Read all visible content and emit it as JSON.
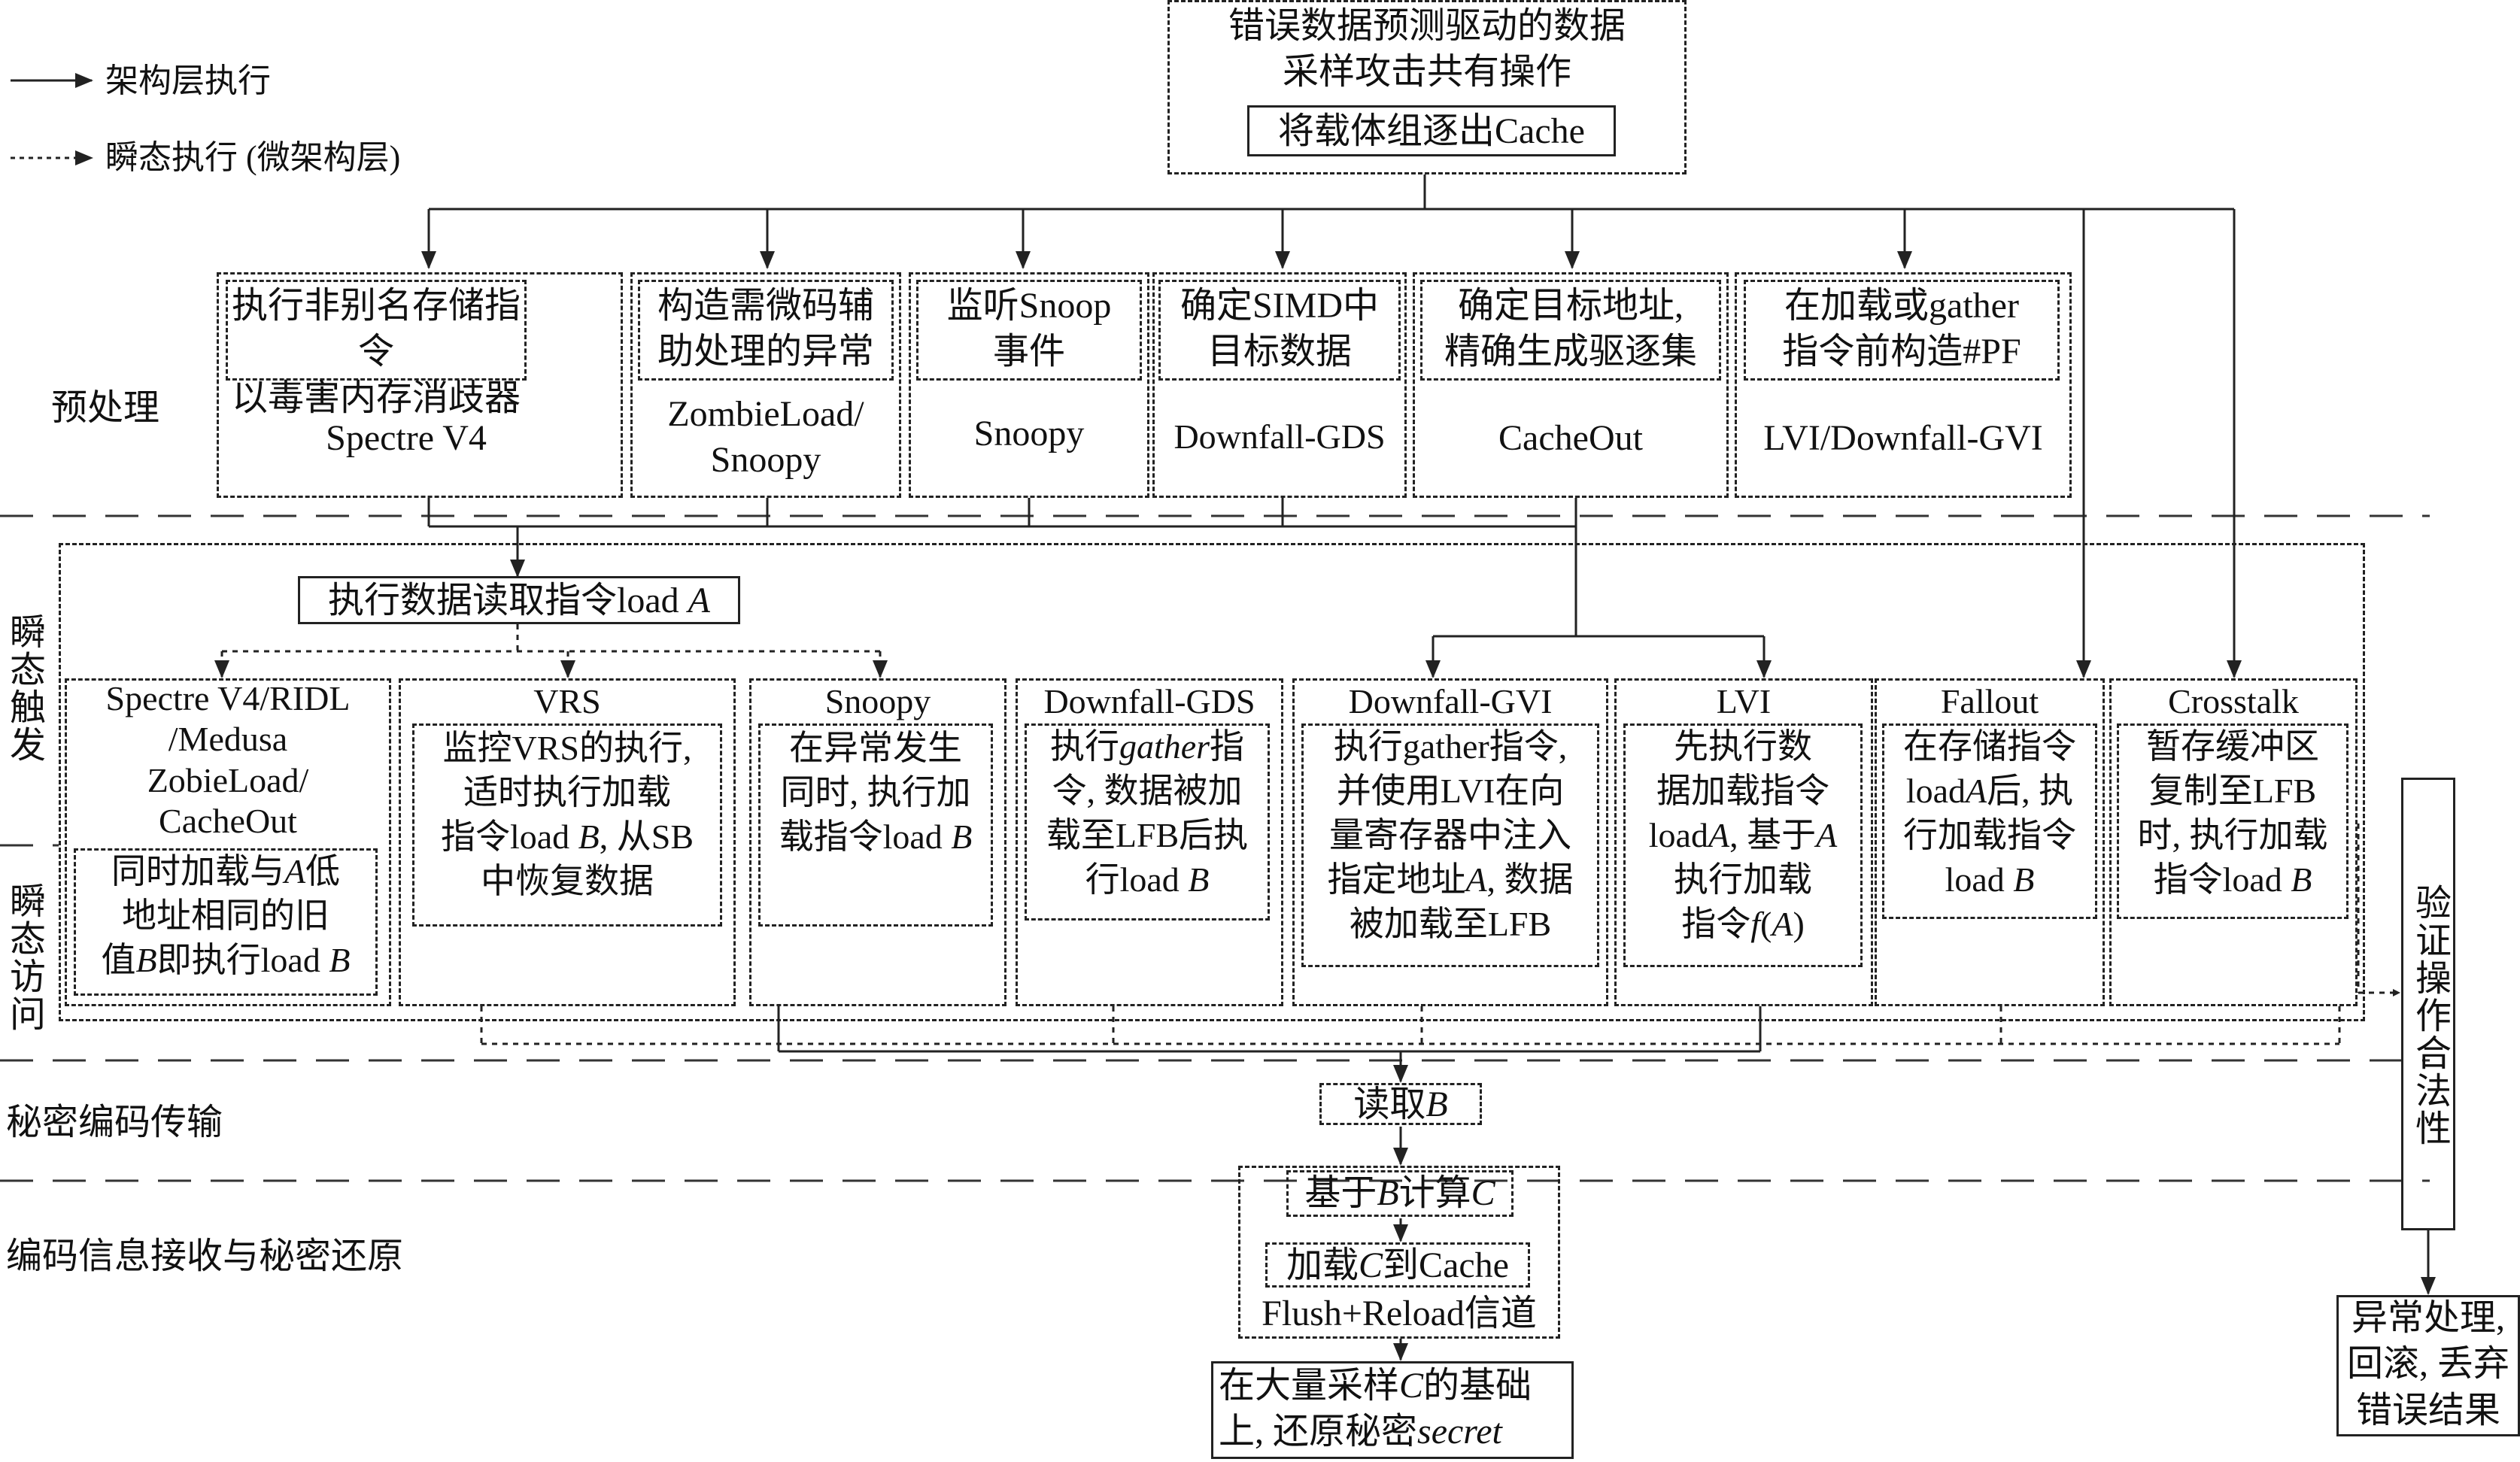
{
  "legend": {
    "arch_label": "架构层执行",
    "transient_label": "瞬态执行 (微架构层)"
  },
  "top": {
    "title": "错误数据预测驱动的数据\n采样攻击共有操作",
    "evict": "将载体组逐出Cache"
  },
  "phases": {
    "preprocess": "预处理",
    "transient_trigger": "瞬态触发",
    "transient_access": "瞬态访问",
    "covert_transfer": "秘密编码传输",
    "receive_restore": "编码信息接收与秘密还原"
  },
  "prep": [
    {
      "desc": "执行非别名存储指令\n以毒害内存消歧器",
      "name": "Spectre V4"
    },
    {
      "desc": "构造需微码辅\n助处理的异常",
      "name": "ZombieLoad/\nSnoopy"
    },
    {
      "desc": "监听Snoop\n事件",
      "name": "Snoopy"
    },
    {
      "desc": "确定SIMD中\n目标数据",
      "name": "Downfall-GDS"
    },
    {
      "desc": "确定目标地址,\n精确生成驱逐集",
      "name": "CacheOut"
    },
    {
      "desc": "在加载或gather\n指令前构造#PF",
      "name": "LVI/Downfall-GVI"
    }
  ],
  "load_a": {
    "prefix": "执行数据读取指令load ",
    "var": "A"
  },
  "attacks": [
    {
      "name": "Spectre V4/RIDL\n/Medusa\nZobieLoad/\nCacheOut"
    },
    {
      "name": "VRS"
    },
    {
      "name": "Snoopy"
    },
    {
      "name": "Downfall-GDS"
    },
    {
      "name": "Downfall-GVI"
    },
    {
      "name": "LVI"
    },
    {
      "name": "Fallout"
    },
    {
      "name": "Crosstalk"
    }
  ],
  "attack_desc": {
    "a0": {
      "p1": "同时加载与",
      "v1": "A",
      "p2": "低\n地址相同的旧\n值",
      "v2": "B",
      "p3": "即执行load ",
      "v3": "B"
    },
    "a1": {
      "p1": "监控VRS的执行,\n适时执行加载\n指令load ",
      "v1": "B",
      "p2": ", 从SB\n中恢复数据"
    },
    "a2": {
      "p1": "在异常发生\n同时, 执行加\n载指令load ",
      "v1": "B"
    },
    "a3": {
      "p1": "执行",
      "v1": "gather",
      "p2": "指\n令, 数据被加\n载至LFB后执\n行load ",
      "v2": "B"
    },
    "a4": {
      "p1": "执行gather指令,\n并使用LVI在向\n量寄存器中注入\n指定地址",
      "v1": "A",
      "p2": ", 数据\n被加载至LFB"
    },
    "a5": {
      "p1": "先执行数\n据加载指令\nload",
      "v1": "A",
      "p2": ", 基于",
      "v2": "A",
      "p3": "\n执行加载\n指令",
      "v3": "f",
      "p4": "(",
      "v4": "A",
      "p5": ")"
    },
    "a6": {
      "p1": "在存储指令\nload",
      "v1": "A",
      "p2": "后, 执\n行加载指令\nload ",
      "v2": "B"
    },
    "a7": {
      "p1": "暂存缓冲区\n复制至LFB\n时, 执行加载\n指令load ",
      "v1": "B"
    }
  },
  "verify": "验证操作合法性",
  "exception": "异常处理,\n回滚, 丢弃\n错误结果",
  "read_b": {
    "prefix": "读取",
    "var": "B"
  },
  "calc_c": {
    "p1": "基于",
    "v1": "B",
    "p2": "计算",
    "v2": "C"
  },
  "load_c": {
    "p1": "加载",
    "v1": "C",
    "p2": "到Cache"
  },
  "flush_reload": "Flush+Reload信道",
  "restore": {
    "p1": "在大量采样",
    "v1": "C",
    "p2": "的基础\n上, 还原秘密",
    "v2": "secret"
  }
}
